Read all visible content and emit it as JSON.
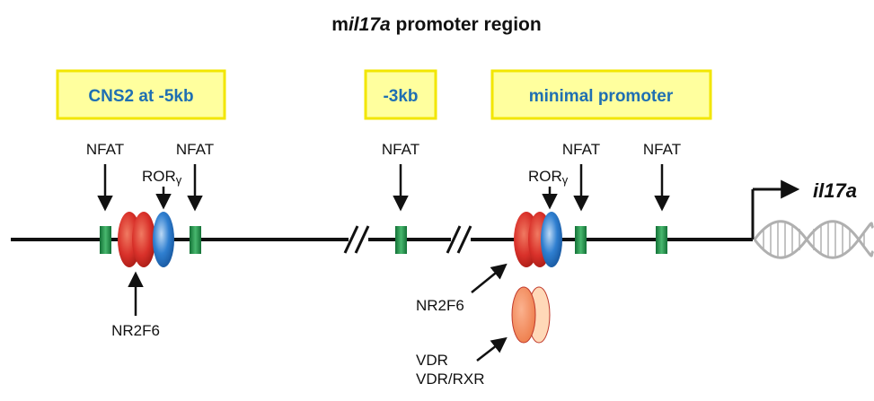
{
  "title": {
    "prefix": "m",
    "gene": "il17a",
    "suffix": " promoter region"
  },
  "regions": {
    "cns2": "CNS2 at -5kb",
    "minus3kb": "-3kb",
    "minimal": "minimal  promoter"
  },
  "labels": {
    "nfat": "NFAT",
    "ror": "ROR",
    "ror_sub": "γ",
    "nr2f6": "NR2F6",
    "vdr": "VDR",
    "vdr_rxr": "VDR/RXR"
  },
  "gene_name": "il17a",
  "colors": {
    "box_fill": "#ffff9e",
    "box_border": "#f2e600",
    "box_text": "#1f6fb2",
    "nfat_site": "#1e8a45",
    "nr2f6": "#d9312a",
    "ror": "#2f7fd0",
    "vdr": "#f28b5c",
    "rxr": "#ffd9b8",
    "line": "#111111",
    "dna": "#b0b0b0"
  },
  "icons": [
    "break-mark-icon",
    "transcription-start-arrow-icon",
    "dna-helix-icon"
  ]
}
